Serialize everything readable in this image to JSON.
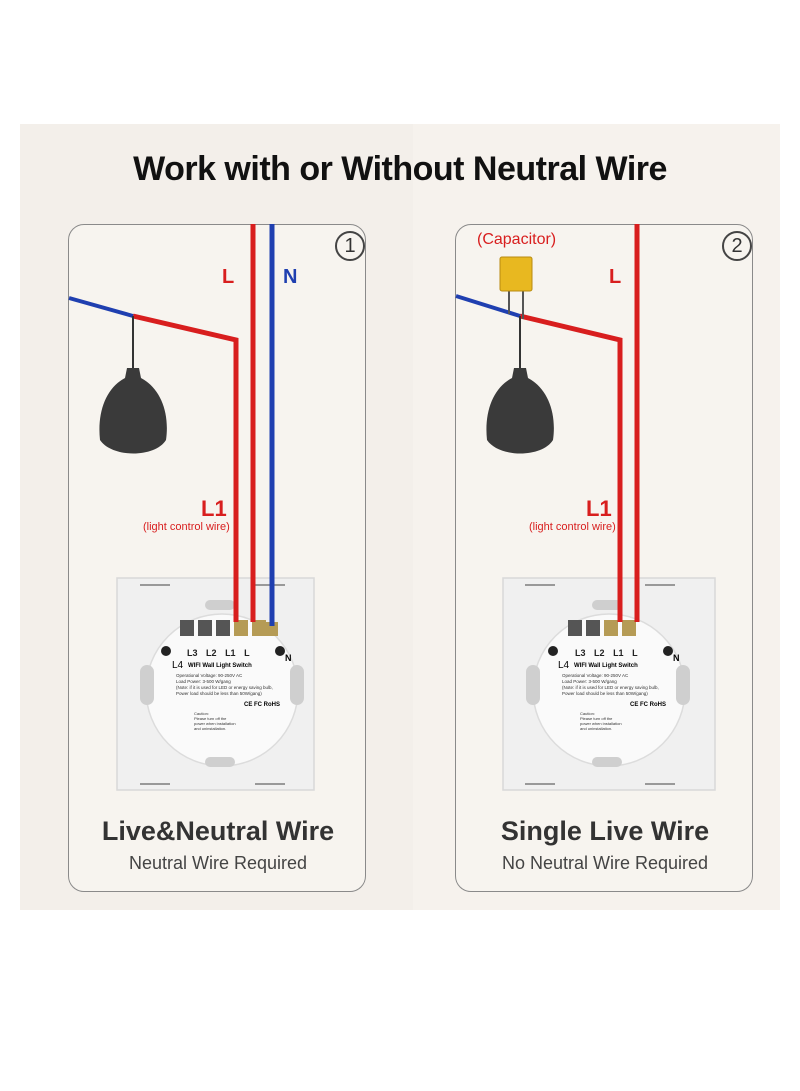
{
  "title": "Work with or Without Neutral Wire",
  "panels": [
    {
      "number": "1",
      "heading": "Live&Neutral Wire",
      "subheading": "Neutral Wire Required",
      "wire_labels": {
        "live": "L",
        "neutral": "N",
        "load": "L1",
        "load_note": "(light control wire)"
      },
      "switch": {
        "terminals": [
          "L3",
          "L2",
          "L1",
          "L"
        ],
        "neutral_terminal": "N",
        "side_label": "L4",
        "name": "WIFI Wall Light Switch",
        "specs": [
          "Operational Voltage: 90-250V AC",
          "Load Power: 3-500 W/gang",
          "(Note: if it is used for LED or energy saving bulb,",
          "Power load should be less than 50W/gang)"
        ],
        "caution": [
          "Caution:",
          "Please turn off the",
          "power when installation",
          "and uninstallation."
        ],
        "certs": "CE FC RoHS"
      }
    },
    {
      "number": "2",
      "heading": "Single Live Wire",
      "subheading": "No Neutral Wire Required",
      "wire_labels": {
        "live": "L",
        "load": "L1",
        "load_note": "(light control wire)",
        "capacitor": "(Capacitor)"
      },
      "switch": {
        "terminals": [
          "L3",
          "L2",
          "L1",
          "L"
        ],
        "neutral_terminal": "N",
        "side_label": "L4",
        "name": "WIFI Wall Light Switch",
        "specs": [
          "Operational Voltage: 90-250V AC",
          "Load Power: 3-500 W/gang",
          "(Note: if it is used for LED or energy saving bulb,",
          "Power load should be less than 50W/gang)"
        ],
        "caution": [
          "Caution:",
          "Please turn off the",
          "power when installation",
          "and uninstallation."
        ],
        "certs": "CE FC RoHS"
      }
    }
  ],
  "colors": {
    "live": "#d81e1e",
    "neutral": "#1f3fb0",
    "lamp": "#3a3a3a",
    "capacitor": "#e8b820"
  }
}
